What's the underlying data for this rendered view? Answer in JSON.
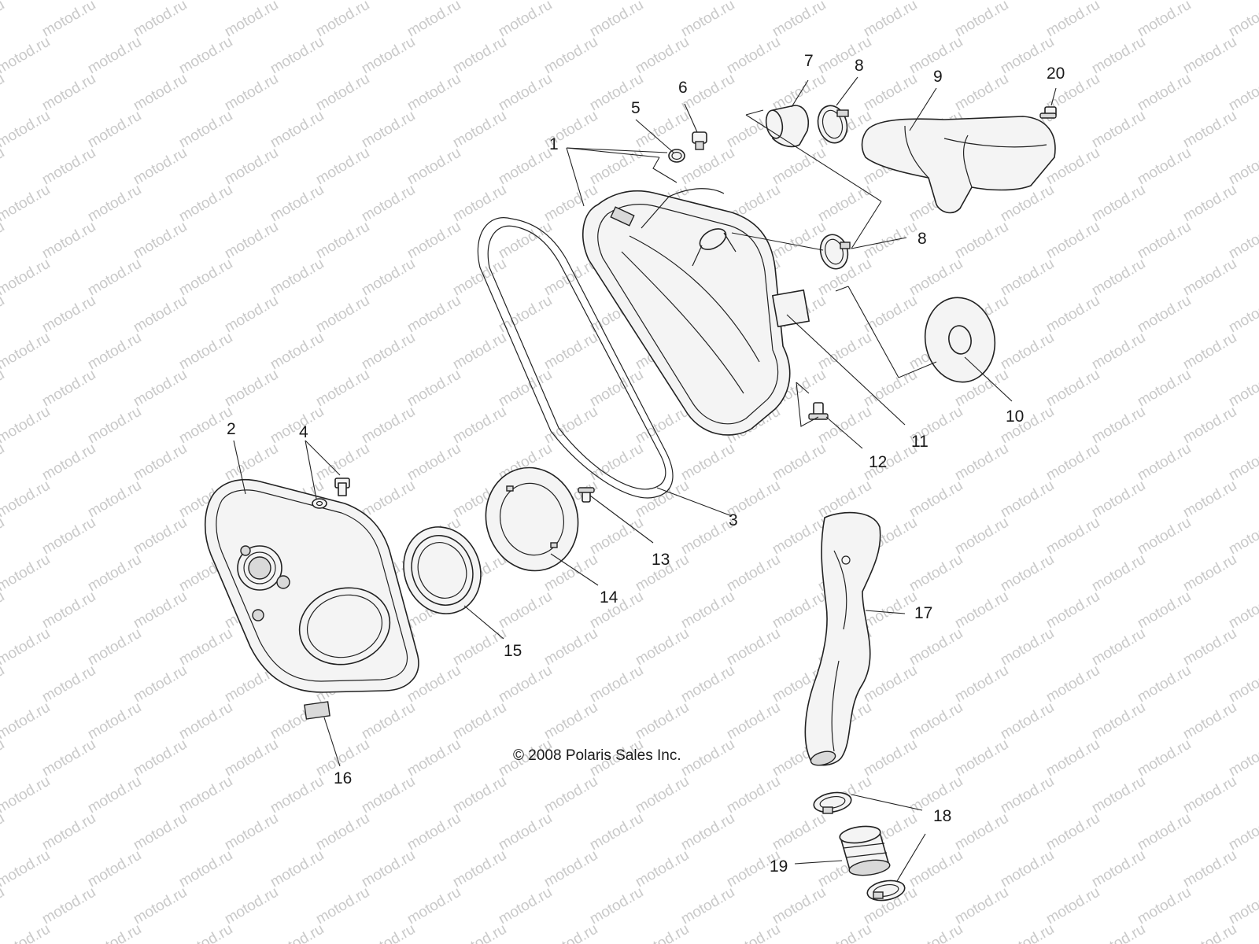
{
  "watermark": "motod.ru",
  "copyright": "© 2008 Polaris Sales Inc.",
  "callouts": {
    "c1": "1",
    "c2": "2",
    "c3": "3",
    "c4": "4",
    "c5": "5",
    "c6": "6",
    "c7": "7",
    "c8a": "8",
    "c8b": "8",
    "c9": "9",
    "c10": "10",
    "c11": "11",
    "c12": "12",
    "c13": "13",
    "c14": "14",
    "c15": "15",
    "c16": "16",
    "c17": "17",
    "c18": "18",
    "c19": "19",
    "c20": "20"
  }
}
